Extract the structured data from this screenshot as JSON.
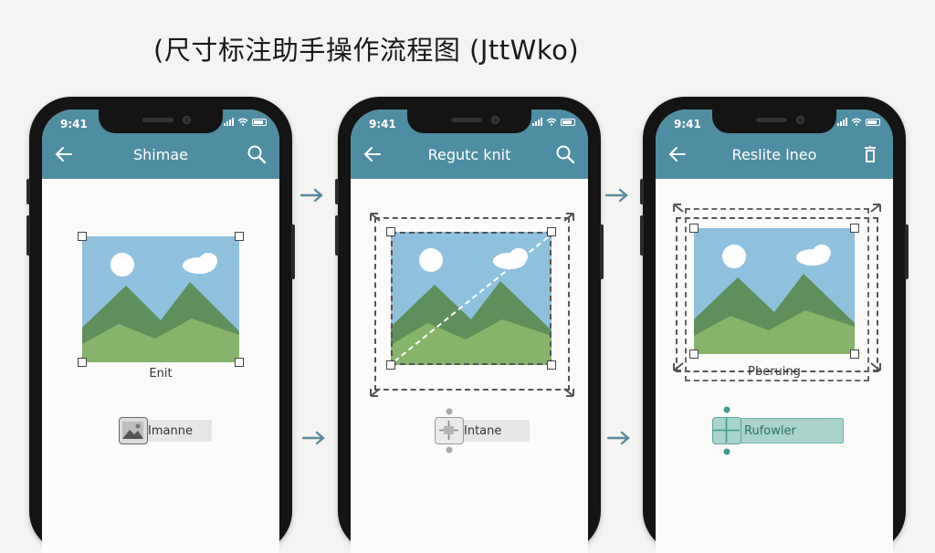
{
  "page": {
    "title": "(尺寸标注助手操作流程图 (JttWko)"
  },
  "phones": [
    {
      "status_time": "9:41",
      "appbar_title": "Shimae",
      "right_icon": "search-icon",
      "image_caption": "Enit",
      "tool_label": "Imanne"
    },
    {
      "status_time": "9:41",
      "appbar_title": "Regutc knit",
      "right_icon": "search-icon",
      "image_caption": "",
      "tool_label": "Intane"
    },
    {
      "status_time": "9:41",
      "appbar_title": "Reslite lneo",
      "right_icon": "trash-icon",
      "image_caption": "Pberuing",
      "tool_label": "Rufowler"
    }
  ],
  "colors": {
    "appbar": "#4f8da2",
    "accent_teal": "#6fb3a8",
    "sky": "#8fc1df",
    "hill_dark": "#5f8f5a",
    "hill_light": "#86b46a",
    "arrow": "#5a8a9c"
  }
}
